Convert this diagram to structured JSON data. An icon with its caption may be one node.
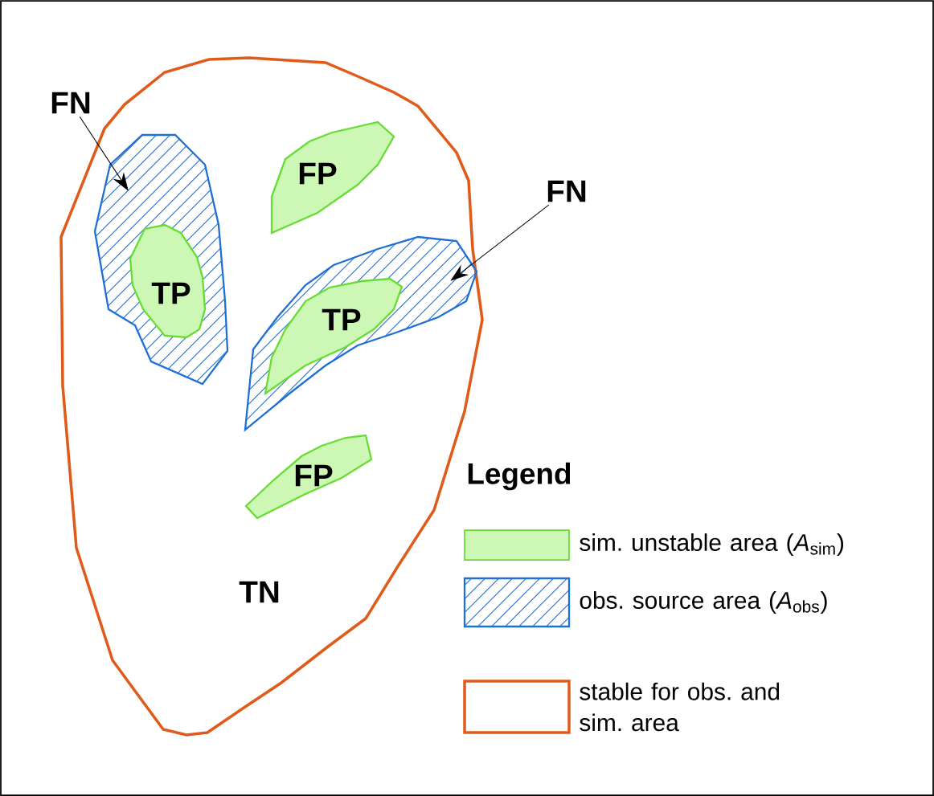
{
  "diagram": {
    "nodes": [
      {
        "text": [
          "TN"
        ]
      },
      {
        "text": [
          "FN"
        ]
      },
      {
        "text": [],
        "shape": "polygon",
        "in": 0
      },
      {
        "text": [
          "TP"
        ],
        "in": 2
      },
      {
        "text": [
          "FP"
        ],
        "in": 0
      },
      {
        "text": [
          "FN"
        ]
      },
      {
        "text": [],
        "shape": "polygon",
        "in": 0
      },
      {
        "text": [
          "TP"
        ],
        "in": 6
      },
      {
        "text": [
          "FP"
        ],
        "in": 0
      }
    ],
    "edges": [
      {
        "from": 1,
        "to": 2,
        "arrow": "to"
      },
      {
        "from": 5,
        "to": 6,
        "arrow": "to"
      }
    ],
    "labels": [
      "Legend"
    ],
    "legend": [
      {
        "text": "sim. unstable area (*A*$_{sim}$)",
        "color": "#ccf7b4"
      },
      {
        "text": "obs. source area (*A*$_{obs}$)"
      },
      {
        "text": "stable for obs. and sim. area"
      }
    ]
  }
}
